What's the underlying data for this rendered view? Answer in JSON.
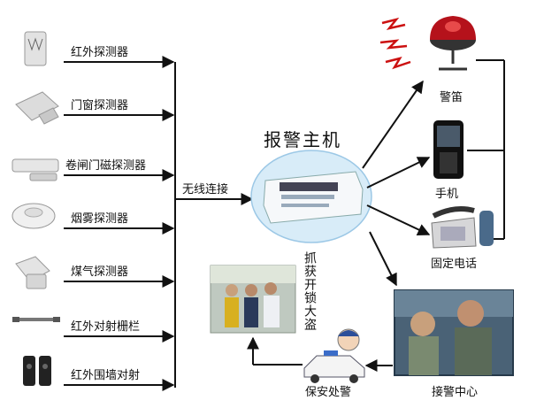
{
  "sensors": [
    {
      "label": "红外探测器",
      "icon": "infrared-detector-icon"
    },
    {
      "label": "门窗探测器",
      "icon": "door-window-detector-icon"
    },
    {
      "label": "卷闸门磁探测器",
      "icon": "rolling-door-sensor-icon"
    },
    {
      "label": "烟雾探测器",
      "icon": "smoke-detector-icon"
    },
    {
      "label": "煤气探测器",
      "icon": "gas-detector-icon"
    },
    {
      "label": "红外对射栅栏",
      "icon": "infrared-beam-fence-icon"
    },
    {
      "label": "红外围墙对射",
      "icon": "infrared-wall-beam-icon"
    }
  ],
  "wireless_label": "无线连接",
  "host_title": "报警主机",
  "outputs": {
    "siren": "警笛",
    "mobile": "手机",
    "landline": "固定电话"
  },
  "center_label": "接警中心",
  "security_label": "保安处警",
  "catch_label": "抓获开锁大盗",
  "colors": {
    "line": "#111111",
    "accent": "#cc1111"
  }
}
